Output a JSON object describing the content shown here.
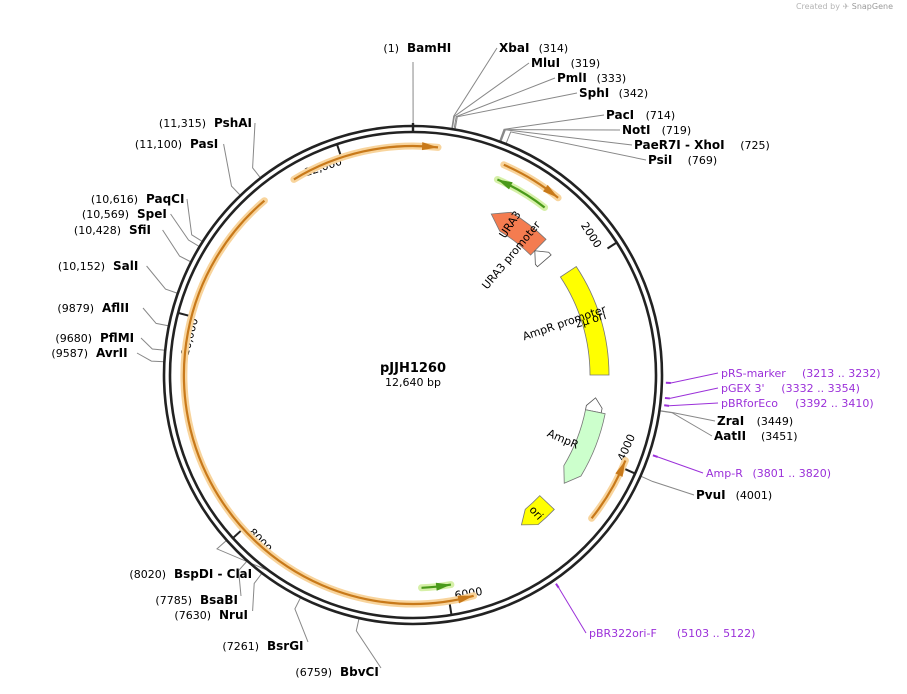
{
  "plasmid": {
    "name": "pJJH1260",
    "length_label": "12,640 bp",
    "length_bp": 12640
  },
  "credit": {
    "prefix": "Created by",
    "brand": "SnapGene"
  },
  "ticks": [
    {
      "bp": 2000,
      "label": "2000"
    },
    {
      "bp": 4000,
      "label": "4000"
    },
    {
      "bp": 6000,
      "label": "6000"
    },
    {
      "bp": 8000,
      "label": "8000"
    },
    {
      "bp": 10000,
      "label": "10,000"
    },
    {
      "bp": 12000,
      "label": "12,000"
    }
  ],
  "sites": [
    {
      "name": "BamHI",
      "pos": "(1)",
      "bp": 1
    },
    {
      "name": "XbaI",
      "pos": "(314)",
      "bp": 314
    },
    {
      "name": "MluI",
      "pos": "(319)",
      "bp": 319
    },
    {
      "name": "PmlI",
      "pos": "(333)",
      "bp": 333
    },
    {
      "name": "SphI",
      "pos": "(342)",
      "bp": 342
    },
    {
      "name": "PacI",
      "pos": "(714)",
      "bp": 714
    },
    {
      "name": "NotI",
      "pos": "(719)",
      "bp": 719
    },
    {
      "name": "PaeR7I - XhoI",
      "pos": "(725)",
      "bp": 725
    },
    {
      "name": "PsiI",
      "pos": "(769)",
      "bp": 769
    },
    {
      "name": "ZraI",
      "pos": "(3449)",
      "bp": 3449
    },
    {
      "name": "AatII",
      "pos": "(3451)",
      "bp": 3451
    },
    {
      "name": "PvuI",
      "pos": "(4001)",
      "bp": 4001
    },
    {
      "name": "BbvCI",
      "pos": "(6759)",
      "bp": 6759
    },
    {
      "name": "BsrGI",
      "pos": "(7261)",
      "bp": 7261
    },
    {
      "name": "NruI",
      "pos": "(7630)",
      "bp": 7630
    },
    {
      "name": "BsaBI",
      "pos": "(7785)",
      "bp": 7785
    },
    {
      "name": "BspDI - ClaI",
      "pos": "(8020)",
      "bp": 8020
    },
    {
      "name": "AvrII",
      "pos": "(9587)",
      "bp": 9587
    },
    {
      "name": "PflMI",
      "pos": "(9680)",
      "bp": 9680
    },
    {
      "name": "AflII",
      "pos": "(9879)",
      "bp": 9879
    },
    {
      "name": "SalI",
      "pos": "(10,152)",
      "bp": 10152
    },
    {
      "name": "SfiI",
      "pos": "(10,428)",
      "bp": 10428
    },
    {
      "name": "SpeI",
      "pos": "(10,569)",
      "bp": 10569
    },
    {
      "name": "PaqCI",
      "pos": "(10,616)",
      "bp": 10616
    },
    {
      "name": "PasI",
      "pos": "(11,100)",
      "bp": 11100
    },
    {
      "name": "PshAI",
      "pos": "(11,315)",
      "bp": 11315
    }
  ],
  "primers": [
    {
      "name": "pRS-marker",
      "range": "(3213 .. 3232)",
      "bp": 3222
    },
    {
      "name": "pGEX 3'",
      "range": "(3332 .. 3354)",
      "bp": 3343
    },
    {
      "name": "pBRforEco",
      "range": "(3392 .. 3410)",
      "bp": 3401
    },
    {
      "name": "Amp-R",
      "range": "(3801 .. 3820)",
      "bp": 3810
    },
    {
      "name": "pBR322ori-F",
      "range": "(5103 .. 5122)",
      "bp": 5112
    }
  ],
  "features": [
    {
      "name": "URA3",
      "type": "gene",
      "color": "#f47c50"
    },
    {
      "name": "URA3 promoter",
      "type": "promoter",
      "color": "#ffffff"
    },
    {
      "name": "2μ ori",
      "type": "rep_origin",
      "color": "#ffff00"
    },
    {
      "name": "AmpR promoter",
      "type": "promoter",
      "color": "#ffffff"
    },
    {
      "name": "AmpR",
      "type": "gene",
      "color": "#ccffcc"
    },
    {
      "name": "ori",
      "type": "rep_origin",
      "color": "#ffff00"
    }
  ],
  "colors": {
    "backbone": "#222222",
    "orf_arrow": "#c8791a",
    "orf_glow": "#f8d49c",
    "green_arrow": "#4a9a1a",
    "green_glow": "#d6f0a8",
    "primer": "#9b30d9"
  }
}
